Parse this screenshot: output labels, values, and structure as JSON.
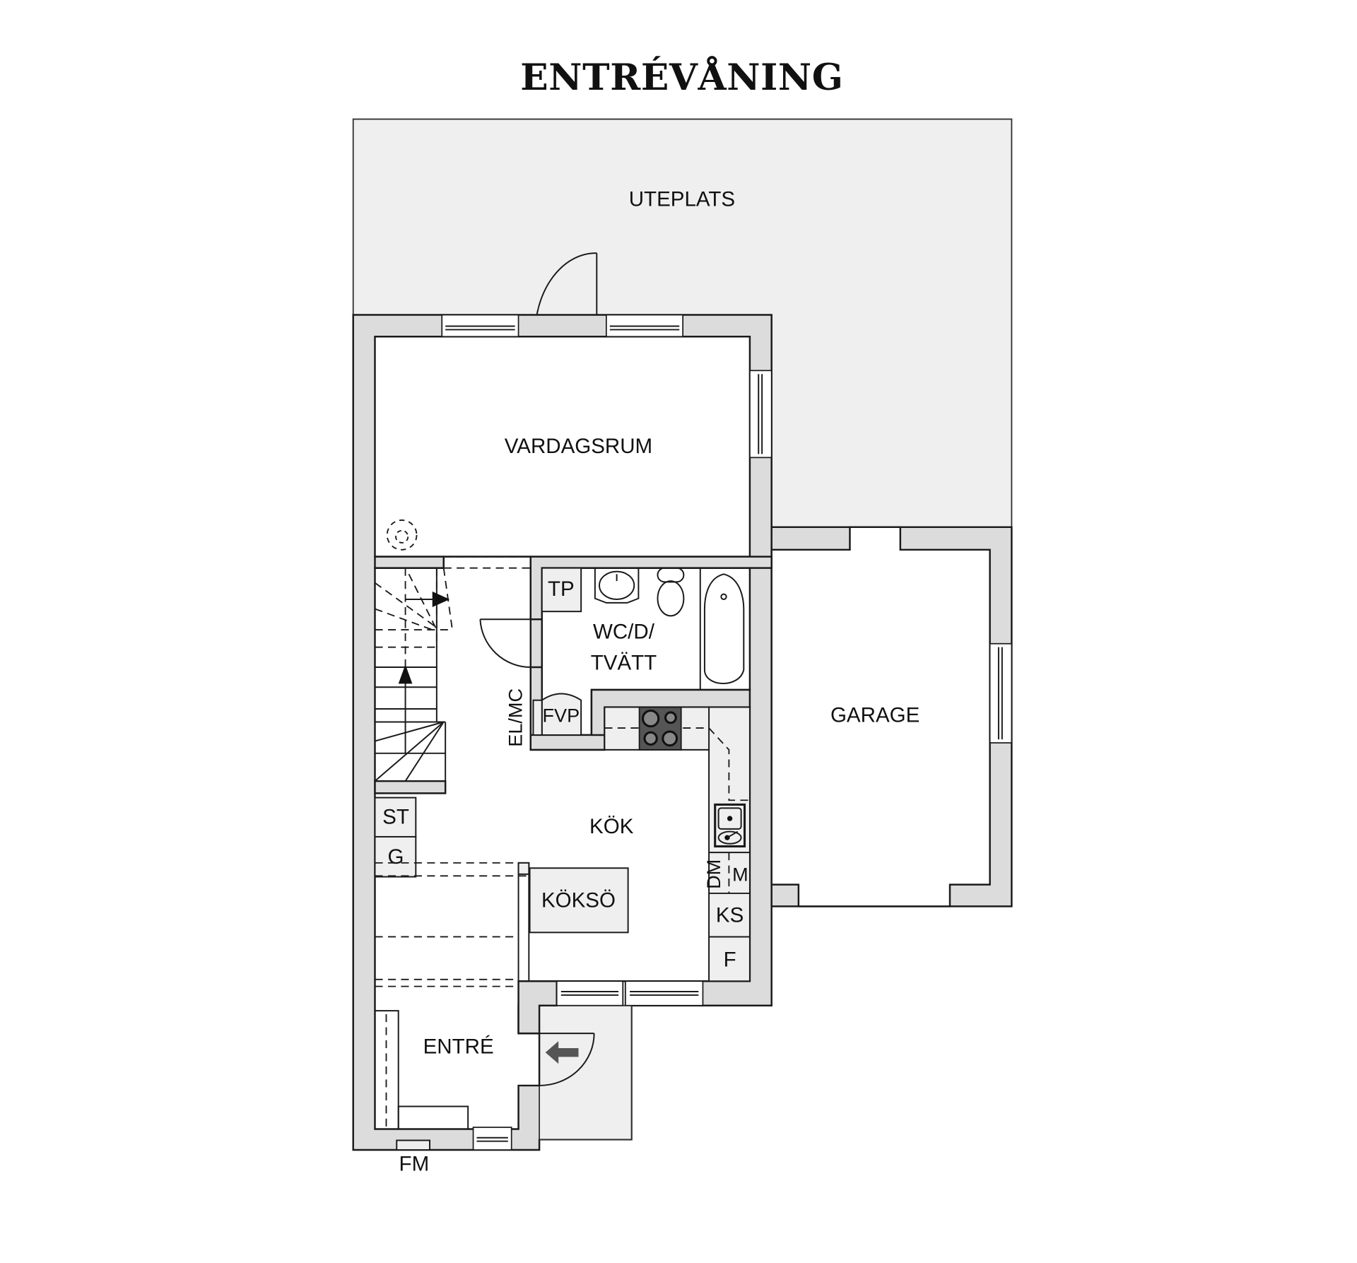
{
  "title": "ENTRÉVÅNING",
  "rooms": {
    "uteplats": "UTEPLATS",
    "vardagsrum": "VARDAGSRUM",
    "wc_line1": "WC/D/",
    "wc_line2": "TVÄTT",
    "garage": "GARAGE",
    "kok": "KÖK",
    "koksö": "KÖKSÖ",
    "entre": "ENTRÉ"
  },
  "fixtures": {
    "tp": "TP",
    "fvp": "FVP",
    "el_mc": "EL/MC",
    "st": "ST",
    "g": "G",
    "dm": "DM",
    "m": "M",
    "ks": "KS",
    "f": "F",
    "fm": "FM"
  },
  "colors": {
    "wall_fill": "#dcdcdc",
    "outdoor_fill": "#efefef",
    "stove_fill": "#555555",
    "line": "#1a1a1a"
  }
}
